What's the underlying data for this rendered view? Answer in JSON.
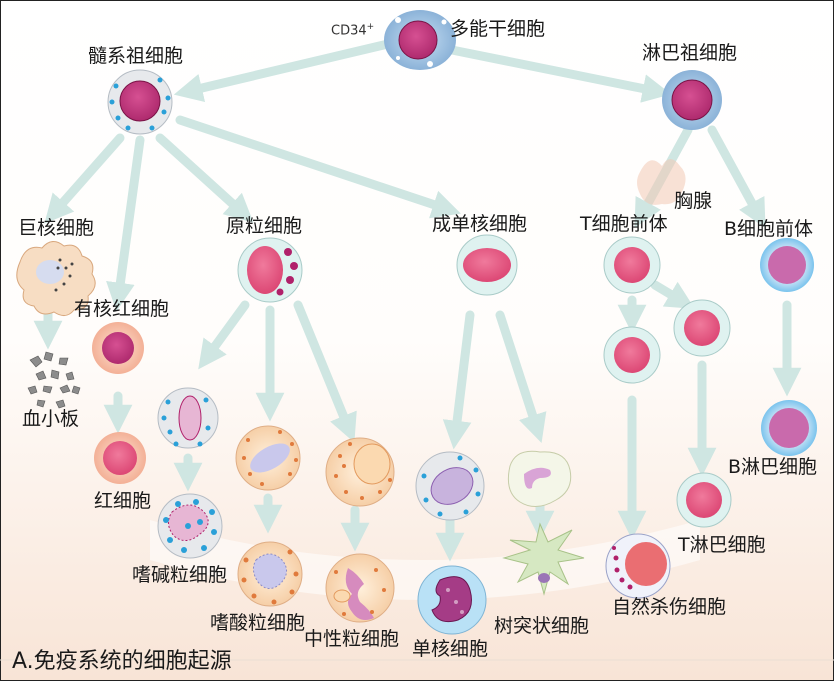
{
  "labels": {
    "cd34": "CD34",
    "cd34_sup": "+",
    "stem": "多能干细胞",
    "myeloid": "髓系祖细胞",
    "lymphoid": "淋巴祖细胞",
    "megakaryocyte": "巨核细胞",
    "myeloblast": "原粒细胞",
    "monoblast": "成单核细胞",
    "thymus": "胸腺",
    "pre_t": "T细胞前体",
    "pre_b": "B细胞前体",
    "nucleated_rbc": "有核红细胞",
    "platelet": "血小板",
    "rbc": "红细胞",
    "basophil": "嗜碱粒细胞",
    "eosinophil": "嗜酸粒细胞",
    "neutrophil": "中性粒细胞",
    "monocyte": "单核细胞",
    "dendritic": "树突状细胞",
    "nk": "自然杀伤细胞",
    "t_cell": "T淋巴细胞",
    "b_cell": "B淋巴细胞",
    "caption": "A.免疫系统的细胞起源"
  },
  "colors": {
    "arrow": "#cfe6e2",
    "nucleus": "#c2357a",
    "nucleus_pink": "#e0527e",
    "cytoplasm_grey": "#e6e8ea",
    "cytoplasm_teal": "#dff2f0",
    "granule_blue": "#2aa0d8",
    "granule_purple": "#b0206a",
    "granule_orange": "#e07a3c",
    "frame": "#222222"
  }
}
